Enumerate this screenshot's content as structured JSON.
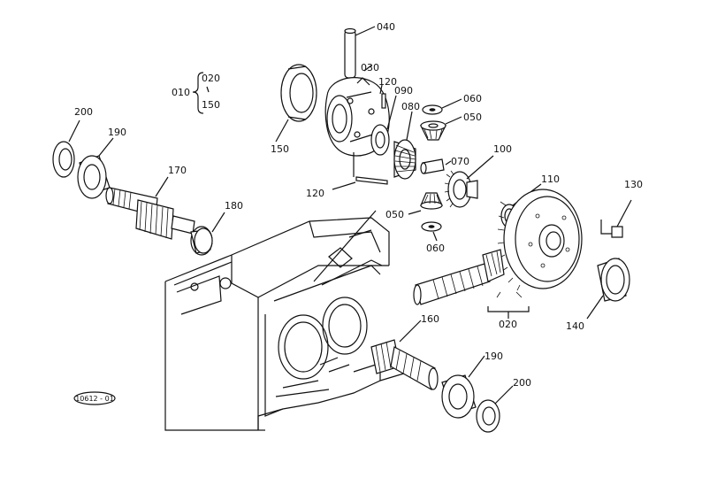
{
  "diagram": {
    "labels": {
      "p040": "040",
      "p030": "030",
      "p020_top": "020",
      "p010": "010",
      "p150_top": "150",
      "p120_top": "120",
      "p090": "090",
      "p080": "080",
      "p060_top": "060",
      "p050_top": "050",
      "p200_left": "200",
      "p190_left": "190",
      "p150_left": "150",
      "p170": "170",
      "p070": "070",
      "p100": "100",
      "p120_left": "120",
      "p110": "110",
      "p130": "130",
      "p180": "180",
      "p050_mid": "050",
      "p060_mid": "060",
      "p020_bottom": "020",
      "p140": "140",
      "p160": "160",
      "p190_right": "190",
      "p200_right": "200",
      "figure_code": "10612 - 01"
    }
  }
}
